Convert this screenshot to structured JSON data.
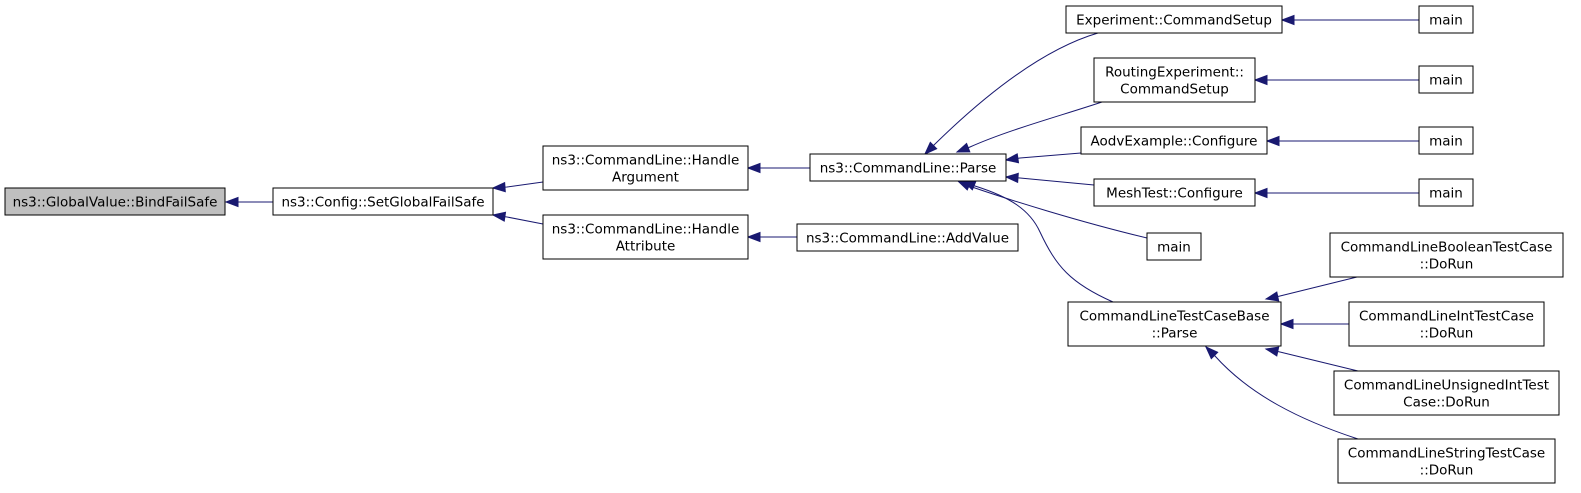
{
  "graph": {
    "colors": {
      "edge": "#191970",
      "root_fill": "#bfbfbf",
      "node_fill": "#ffffff",
      "node_border": "#000000"
    },
    "nodes": [
      {
        "id": "bindfailsafe",
        "lines": [
          "ns3::GlobalValue::BindFailSafe"
        ],
        "root": true
      },
      {
        "id": "setglobalfailsafe",
        "lines": [
          "ns3::Config::SetGlobalFailSafe"
        ]
      },
      {
        "id": "handleargument",
        "lines": [
          "ns3::CommandLine::Handle",
          "Argument"
        ]
      },
      {
        "id": "handleattribute",
        "lines": [
          "ns3::CommandLine::Handle",
          "Attribute"
        ]
      },
      {
        "id": "parse",
        "lines": [
          "ns3::CommandLine::Parse"
        ]
      },
      {
        "id": "addvalue",
        "lines": [
          "ns3::CommandLine::AddValue"
        ]
      },
      {
        "id": "experiment-commandsetup",
        "lines": [
          "Experiment::CommandSetup"
        ]
      },
      {
        "id": "routingexperiment-commandsetup",
        "lines": [
          "RoutingExperiment::",
          "CommandSetup"
        ]
      },
      {
        "id": "aodvexample-configure",
        "lines": [
          "AodvExample::Configure"
        ]
      },
      {
        "id": "meshtest-configure",
        "lines": [
          "MeshTest::Configure"
        ]
      },
      {
        "id": "main-parse",
        "lines": [
          "main"
        ]
      },
      {
        "id": "testcasebase-parse",
        "lines": [
          "CommandLineTestCaseBase",
          "::Parse"
        ]
      },
      {
        "id": "main-experiment",
        "lines": [
          "main"
        ]
      },
      {
        "id": "main-routing",
        "lines": [
          "main"
        ]
      },
      {
        "id": "main-aodv",
        "lines": [
          "main"
        ]
      },
      {
        "id": "main-mesh",
        "lines": [
          "main"
        ]
      },
      {
        "id": "boolean-dorun",
        "lines": [
          "CommandLineBooleanTestCase",
          "::DoRun"
        ]
      },
      {
        "id": "int-dorun",
        "lines": [
          "CommandLineIntTestCase",
          "::DoRun"
        ]
      },
      {
        "id": "unsignedint-dorun",
        "lines": [
          "CommandLineUnsignedIntTest",
          "Case::DoRun"
        ]
      },
      {
        "id": "string-dorun",
        "lines": [
          "CommandLineStringTestCase",
          "::DoRun"
        ]
      }
    ],
    "edges": [
      {
        "from": "setglobalfailsafe",
        "to": "bindfailsafe"
      },
      {
        "from": "handleargument",
        "to": "setglobalfailsafe"
      },
      {
        "from": "handleattribute",
        "to": "setglobalfailsafe"
      },
      {
        "from": "parse",
        "to": "handleargument"
      },
      {
        "from": "addvalue",
        "to": "handleattribute"
      },
      {
        "from": "experiment-commandsetup",
        "to": "parse"
      },
      {
        "from": "routingexperiment-commandsetup",
        "to": "parse"
      },
      {
        "from": "aodvexample-configure",
        "to": "parse"
      },
      {
        "from": "meshtest-configure",
        "to": "parse"
      },
      {
        "from": "main-parse",
        "to": "parse"
      },
      {
        "from": "testcasebase-parse",
        "to": "parse"
      },
      {
        "from": "main-experiment",
        "to": "experiment-commandsetup"
      },
      {
        "from": "main-routing",
        "to": "routingexperiment-commandsetup"
      },
      {
        "from": "main-aodv",
        "to": "aodvexample-configure"
      },
      {
        "from": "main-mesh",
        "to": "meshtest-configure"
      },
      {
        "from": "boolean-dorun",
        "to": "testcasebase-parse"
      },
      {
        "from": "int-dorun",
        "to": "testcasebase-parse"
      },
      {
        "from": "unsignedint-dorun",
        "to": "testcasebase-parse"
      },
      {
        "from": "string-dorun",
        "to": "testcasebase-parse"
      }
    ]
  }
}
